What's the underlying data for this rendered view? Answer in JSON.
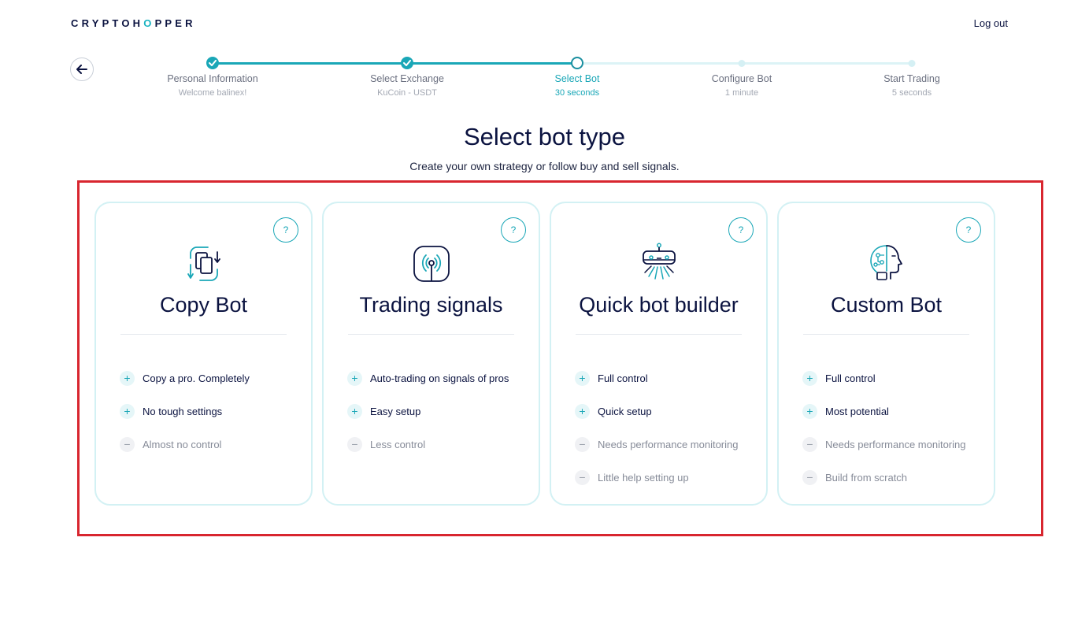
{
  "header": {
    "logo_prefix": "CRYPTOH",
    "logo_o": "O",
    "logo_suffix": "PPER",
    "logout": "Log out"
  },
  "icons": {
    "back": "arrow-left-icon"
  },
  "colors": {
    "accent": "#1aa7b7",
    "navy": "#0b1340",
    "highlight": "#d8262f"
  },
  "stepper": {
    "steps": [
      {
        "label": "Personal Information",
        "sub": "Welcome balinex!",
        "state": "done"
      },
      {
        "label": "Select Exchange",
        "sub": "KuCoin - USDT",
        "state": "done"
      },
      {
        "label": "Select Bot",
        "sub": "30 seconds",
        "state": "current"
      },
      {
        "label": "Configure Bot",
        "sub": "1 minute",
        "state": "todo"
      },
      {
        "label": "Start Trading",
        "sub": "5 seconds",
        "state": "todo"
      }
    ]
  },
  "page": {
    "title": "Select bot type",
    "subtitle": "Create your own strategy or follow buy and sell signals."
  },
  "cards": [
    {
      "icon": "copy-bot-icon",
      "help": "?",
      "title": "Copy Bot",
      "features": [
        {
          "type": "pro",
          "sign": "+",
          "text": "Copy a pro. Completely"
        },
        {
          "type": "pro",
          "sign": "+",
          "text": "No tough settings"
        },
        {
          "type": "con",
          "sign": "−",
          "text": "Almost no control"
        }
      ]
    },
    {
      "icon": "signal-icon",
      "help": "?",
      "title": "Trading signals",
      "features": [
        {
          "type": "pro",
          "sign": "+",
          "text": "Auto-trading on signals of pros"
        },
        {
          "type": "pro",
          "sign": "+",
          "text": "Easy setup"
        },
        {
          "type": "con",
          "sign": "−",
          "text": "Less control"
        }
      ]
    },
    {
      "icon": "robot-icon",
      "help": "?",
      "title": "Quick bot builder",
      "features": [
        {
          "type": "pro",
          "sign": "+",
          "text": "Full control"
        },
        {
          "type": "pro",
          "sign": "+",
          "text": "Quick setup"
        },
        {
          "type": "con",
          "sign": "−",
          "text": "Needs performance monitoring"
        },
        {
          "type": "con",
          "sign": "−",
          "text": "Little help setting up"
        }
      ]
    },
    {
      "icon": "ai-head-icon",
      "help": "?",
      "title": "Custom Bot",
      "features": [
        {
          "type": "pro",
          "sign": "+",
          "text": "Full control"
        },
        {
          "type": "pro",
          "sign": "+",
          "text": "Most potential"
        },
        {
          "type": "con",
          "sign": "−",
          "text": "Needs performance monitoring"
        },
        {
          "type": "con",
          "sign": "−",
          "text": "Build from scratch"
        }
      ]
    }
  ]
}
